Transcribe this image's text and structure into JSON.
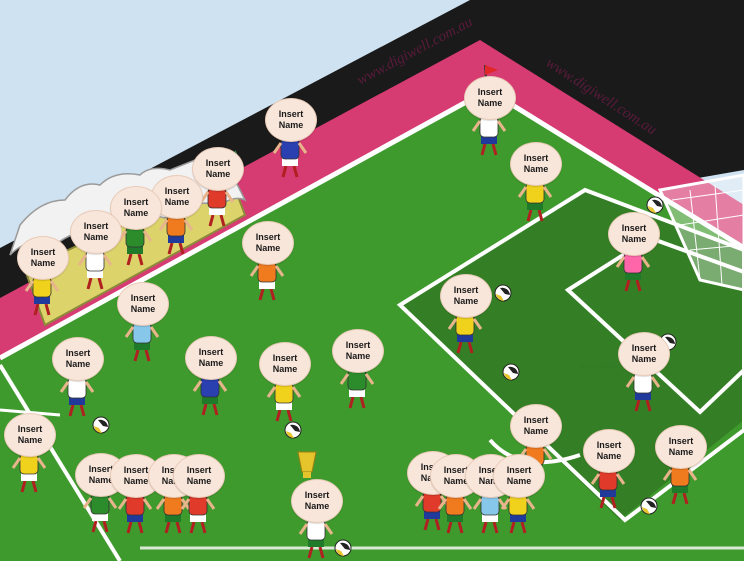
{
  "watermark": {
    "text": "www.digiwell.com.au",
    "color": "#5a1a3a"
  },
  "colors": {
    "sky": "#cfe2f1",
    "stand": "#d63b72",
    "wall": "#1a1a1a",
    "grass": "#3f9a2d",
    "grass_dark": "#347f25",
    "lines": "#ffffff",
    "bench": "#dcd46a",
    "label_fill": "#f9e6da"
  },
  "player_label": "Insert Name",
  "players": [
    {
      "label": "Insert Name"
    },
    {
      "label": "Insert Name"
    },
    {
      "label": "Insert Name"
    },
    {
      "label": "Insert Name"
    },
    {
      "label": "Insert Name"
    },
    {
      "label": "Insert Name"
    },
    {
      "label": "Insert Name"
    },
    {
      "label": "Insert Name"
    },
    {
      "label": "Insert Name"
    },
    {
      "label": "Insert Name"
    },
    {
      "label": "Insert Name"
    },
    {
      "label": "Insert Name"
    },
    {
      "label": "Insert Name"
    },
    {
      "label": "Insert Name"
    },
    {
      "label": "Insert Name"
    },
    {
      "label": "Insert Name"
    },
    {
      "label": "Insert Name"
    },
    {
      "label": "Insert Name"
    },
    {
      "label": "Insert Name"
    },
    {
      "label": "Insert Name"
    },
    {
      "label": "Insert Name"
    },
    {
      "label": "Insert Name"
    },
    {
      "label": "Insert Name"
    },
    {
      "label": "Insert Name"
    },
    {
      "label": "Insert Name"
    },
    {
      "label": "Insert Name"
    },
    {
      "label": "Insert Name"
    },
    {
      "label": "Insert Name"
    },
    {
      "label": "Insert Name"
    },
    {
      "label": "Insert Name"
    },
    {
      "label": "Insert Name"
    },
    {
      "label": "Insert Name"
    }
  ]
}
